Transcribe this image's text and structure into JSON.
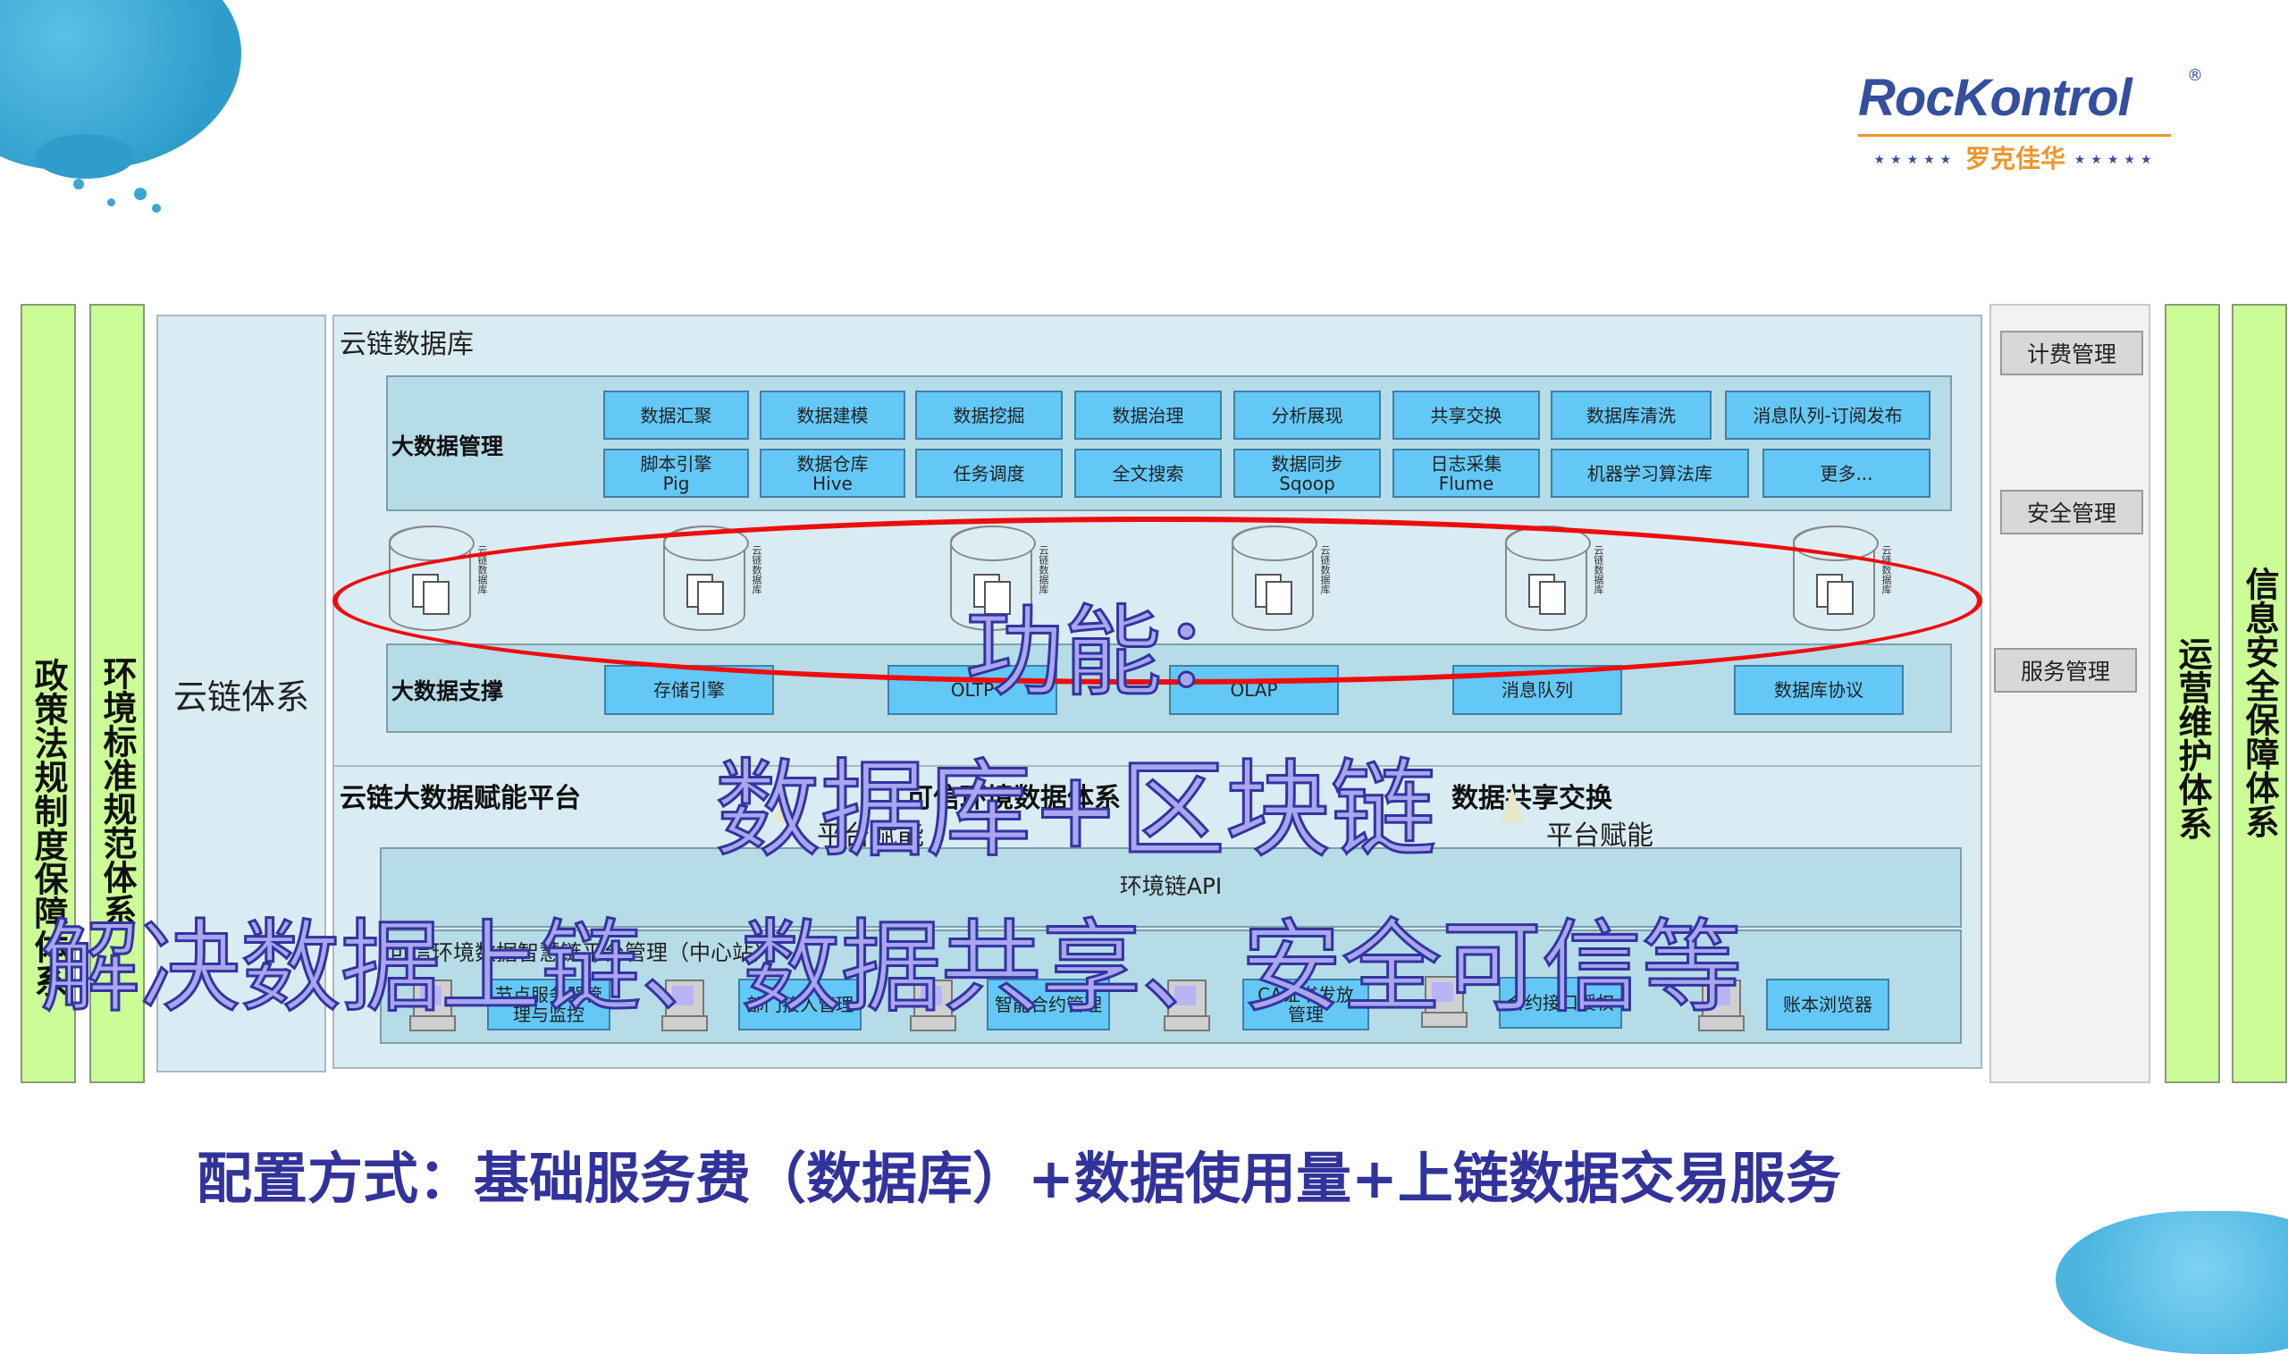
{
  "logo": {
    "brand": "RocKontrol",
    "registered": "®",
    "chinese": "罗克佳华",
    "stars": "★★★★★"
  },
  "left_pillars": [
    {
      "label": "政策法规制度保障体系"
    },
    {
      "label": "环境标准规范体系"
    }
  ],
  "right_pillars": [
    {
      "label": "运营维护体系"
    },
    {
      "label": "信息安全保障体系"
    }
  ],
  "cloud_system": {
    "label": "云链体系"
  },
  "cloud_db": {
    "title": "云链数据库",
    "big_data_mgmt": {
      "label": "大数据管理",
      "row1": [
        "数据汇聚",
        "数据建模",
        "数据挖掘",
        "数据治理",
        "分析展现",
        "共享交换",
        "数据库清洗",
        "消息队列-订阅发布"
      ],
      "row2": [
        {
          "line1": "脚本引擎",
          "line2": "Pig"
        },
        {
          "line1": "数据仓库",
          "line2": "Hive"
        },
        {
          "line1": "任务调度",
          "line2": ""
        },
        {
          "line1": "全文搜索",
          "line2": ""
        },
        {
          "line1": "数据同步",
          "line2": "Sqoop"
        },
        {
          "line1": "日志采集",
          "line2": "Flume"
        },
        {
          "line1": "机器学习算法库",
          "line2": ""
        },
        {
          "line1": "更多...",
          "line2": ""
        }
      ]
    },
    "db_nodes": [
      "云链数据库",
      "云链数据库",
      "云链数据库",
      "云链数据库",
      "云链数据库",
      "云链数据库"
    ],
    "big_data_support": {
      "label": "大数据支撑",
      "items": [
        "存储引擎",
        "OLTP",
        "OLAP",
        "消息队列",
        "数据库协议"
      ]
    }
  },
  "platform": {
    "title": "云链大数据赋能平台",
    "sub_left_title": "可信环境数据体系",
    "sub_left_caption": "平台赋能",
    "sub_right_title": "数据共享交换",
    "sub_right_caption": "平台赋能",
    "api_label": "环境链API",
    "mgmt_title": "可信环境数据智慧链平台管理（中心站）",
    "modules": [
      {
        "line1": "节点服务器管",
        "line2": "理与监控"
      },
      {
        "line1": "部门接入管理",
        "line2": ""
      },
      {
        "line1": "智能合约管理",
        "line2": ""
      },
      {
        "line1": "CA证书发放",
        "line2": "管理"
      },
      {
        "line1": "合约接口授权",
        "line2": ""
      },
      {
        "line1": "账本浏览器",
        "line2": ""
      }
    ]
  },
  "management": [
    "计费管理",
    "安全管理",
    "服务管理"
  ],
  "overlay": {
    "line1": "功能：",
    "line2": "数据库+区块链",
    "line3": "解决数据上链、数据共享、安全可信等"
  },
  "footer": {
    "text": "配置方式：基础服务费（数据库）+数据使用量+上链数据交易服务"
  },
  "colors": {
    "pillar_green": "#cbfc96",
    "box_blue": "#64c8f7",
    "overlay_blue": "#3234a0",
    "ellipse_red": "#ee0d0d",
    "logo_blue": "#344f9e",
    "logo_orange": "#f0952a"
  }
}
